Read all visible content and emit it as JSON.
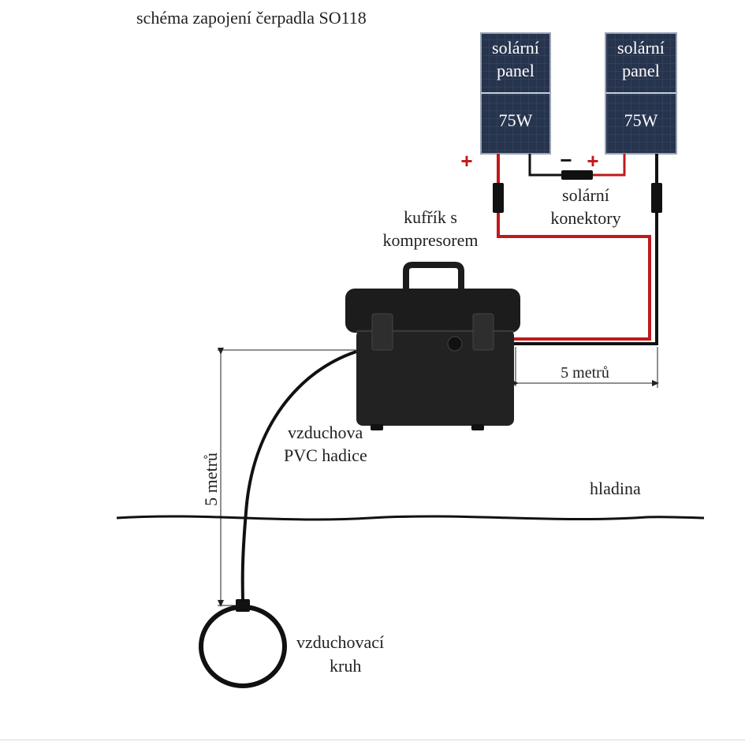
{
  "title": "schéma zapojení čerpadla SO118",
  "panels": [
    {
      "line1": "solární",
      "line2": "panel",
      "power": "75W"
    },
    {
      "line1": "solární",
      "line2": "panel",
      "power": "75W"
    }
  ],
  "signs": {
    "plus": "+",
    "minus": "−"
  },
  "labels": {
    "connectors_line1": "solární",
    "connectors_line2": "konektory",
    "case_line1": "kufřík s",
    "case_line2": "kompresorem",
    "cable_length": "5 metrů",
    "depth": "5 metrů",
    "hose_line1": "vzduchova",
    "hose_line2": "PVC hadice",
    "surface": "hladina",
    "ring_line1": "vzduchovací",
    "ring_line2": "kruh"
  },
  "colors": {
    "positive_wire": "#c0191c",
    "negative_wire": "#111111",
    "panel_fill": "#26324a",
    "case_fill": "#1c1c1c"
  }
}
